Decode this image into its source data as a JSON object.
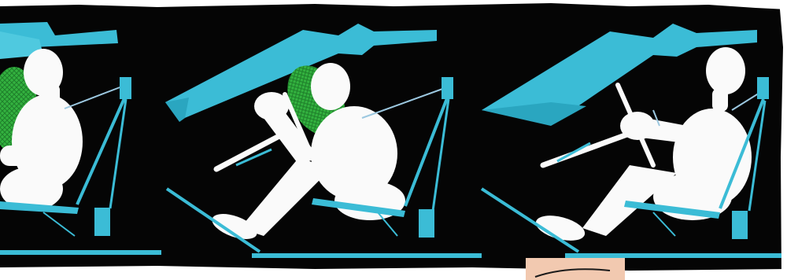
{
  "image": {
    "description_colors": {
      "background": "#050505",
      "structure": "#3bbcd6",
      "structure_light": "#4fc9df",
      "dummy": "#fafafa",
      "airbag": "#33b23f",
      "airbag_mesh": "#1e7f2a",
      "rod": "#9cc8e0",
      "page_edge": "#ffffff",
      "inset_peach": "#f2c9b0",
      "inset_line": "#1a1a1a"
    },
    "panels": [
      {
        "id": "panel-1",
        "airbag_visible": true
      },
      {
        "id": "panel-2",
        "airbag_visible": true
      },
      {
        "id": "panel-3",
        "airbag_visible": false
      }
    ]
  }
}
